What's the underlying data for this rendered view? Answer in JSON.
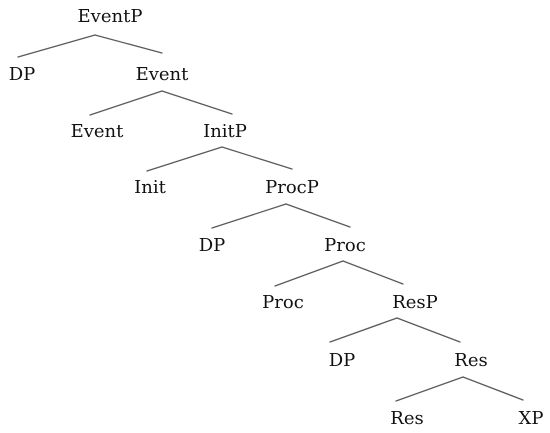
{
  "tree": {
    "nodes": [
      {
        "id": "n1",
        "label": "EventP"
      },
      {
        "id": "n2",
        "label": "DP"
      },
      {
        "id": "n3",
        "label": "Event"
      },
      {
        "id": "n4",
        "label": "Event"
      },
      {
        "id": "n5",
        "label": "InitP"
      },
      {
        "id": "n6",
        "label": "Init"
      },
      {
        "id": "n7",
        "label": "ProcP"
      },
      {
        "id": "n8",
        "label": "DP"
      },
      {
        "id": "n9",
        "label": "Proc"
      },
      {
        "id": "n10",
        "label": "Proc"
      },
      {
        "id": "n11",
        "label": "ResP"
      },
      {
        "id": "n12",
        "label": "DP"
      },
      {
        "id": "n13",
        "label": "Res"
      },
      {
        "id": "n14",
        "label": "Res"
      },
      {
        "id": "n15",
        "label": "XP"
      }
    ],
    "edges": [
      [
        "n1",
        "n2"
      ],
      [
        "n1",
        "n3"
      ],
      [
        "n3",
        "n4"
      ],
      [
        "n3",
        "n5"
      ],
      [
        "n5",
        "n6"
      ],
      [
        "n5",
        "n7"
      ],
      [
        "n7",
        "n8"
      ],
      [
        "n7",
        "n9"
      ],
      [
        "n9",
        "n10"
      ],
      [
        "n9",
        "n11"
      ],
      [
        "n11",
        "n12"
      ],
      [
        "n11",
        "n13"
      ],
      [
        "n13",
        "n14"
      ],
      [
        "n13",
        "n15"
      ]
    ]
  }
}
